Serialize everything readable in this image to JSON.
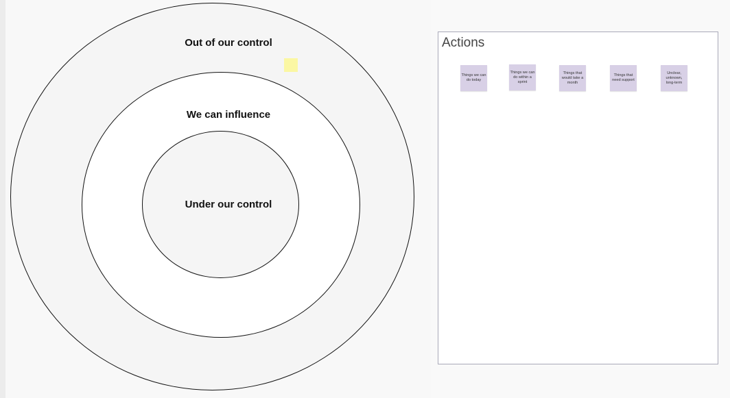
{
  "diagram": {
    "outer_label": "Out of our control",
    "middle_label": "We can influence",
    "inner_label": "Under our control"
  },
  "actions": {
    "title": "Actions",
    "stickies": [
      "Things we can do today",
      "Things we can do within a sprint",
      "Things that would take a month",
      "Things that need support",
      "Unclear, unknown, long-term"
    ]
  },
  "colors": {
    "sticky_purple": "#d8d0e6",
    "sticky_yellow": "#fbf7a3"
  }
}
